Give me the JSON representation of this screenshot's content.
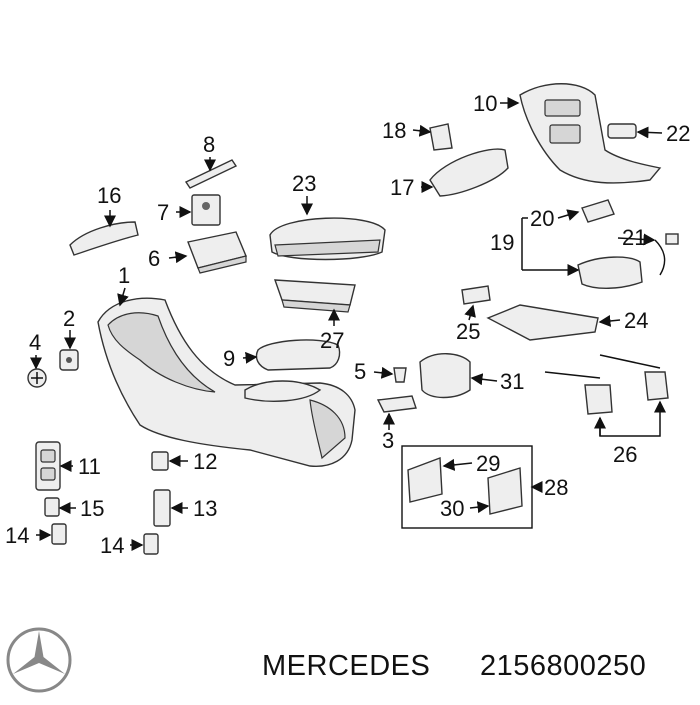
{
  "diagram": {
    "callouts": [
      "1",
      "2",
      "3",
      "4",
      "5",
      "6",
      "7",
      "8",
      "9",
      "10",
      "11",
      "12",
      "13",
      "14",
      "14",
      "15",
      "16",
      "17",
      "18",
      "19",
      "20",
      "21",
      "22",
      "23",
      "24",
      "25",
      "26",
      "27",
      "28",
      "29",
      "30",
      "31"
    ]
  },
  "footer": {
    "brand": "MERCEDES",
    "part_number": "2156800250",
    "logo_icon": "mercedes-star-icon"
  }
}
